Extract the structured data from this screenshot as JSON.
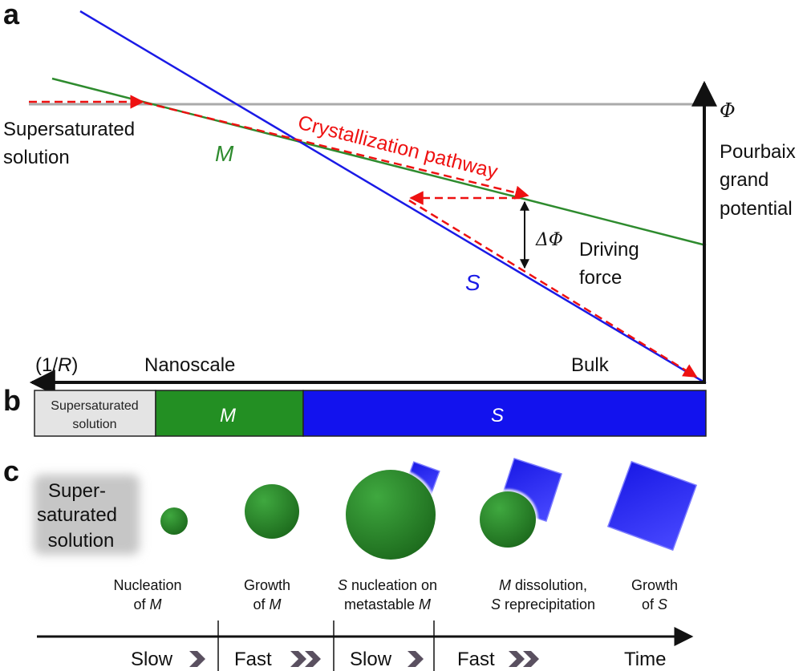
{
  "panels": {
    "a": "a",
    "b": "b",
    "c": "c"
  },
  "panel_a": {
    "supersaturated_line1": "Supersaturated",
    "supersaturated_line2": "solution",
    "m_label": "M",
    "s_label": "S",
    "pathway_label": "Crystallization pathway",
    "phi_symbol": "Φ",
    "pourbaix_line1": "Pourbaix",
    "pourbaix_line2": "grand",
    "pourbaix_line3": "potential",
    "delta_phi": "ΔΦ",
    "driving_line1": "Driving",
    "driving_line2": "force",
    "axis_open": "(1/",
    "axis_r": "R",
    "axis_close": ")",
    "nanoscale": "Nanoscale",
    "bulk": "Bulk",
    "colors": {
      "m": "#2e8b2e",
      "s": "#1a1ae6",
      "pathway": "#ee1111",
      "supersat": "#aaaaaa"
    }
  },
  "panel_b": {
    "supersat_line1": "Supersaturated",
    "supersat_line2": "solution",
    "m": "M",
    "s": "S",
    "colors": {
      "supersat": "#e4e4e4",
      "m": "#238f23",
      "s": "#1212ee"
    }
  },
  "panel_c": {
    "supersat_line1": "Super-",
    "supersat_line2": "saturated",
    "supersat_line3": "solution",
    "steps": [
      {
        "line1": "Nucleation",
        "line2_pre": "of ",
        "line2_it": "M",
        "line2_post": ""
      },
      {
        "line1": "Growth",
        "line2_pre": "of ",
        "line2_it": "M",
        "line2_post": ""
      },
      {
        "line1_it": "S",
        "line1_post": " nucleation on",
        "line2_pre": "metastable ",
        "line2_it": "M",
        "line2_post": ""
      },
      {
        "line1_it": "M",
        "line1_post": " dissolution,",
        "line2_it": "S",
        "line2_post": " reprecipitation"
      },
      {
        "line1": "Growth",
        "line2_pre": "of ",
        "line2_it": "S",
        "line2_post": ""
      }
    ],
    "timeline": [
      "Slow",
      "Fast",
      "Slow",
      "Fast"
    ],
    "time_label": "Time"
  }
}
